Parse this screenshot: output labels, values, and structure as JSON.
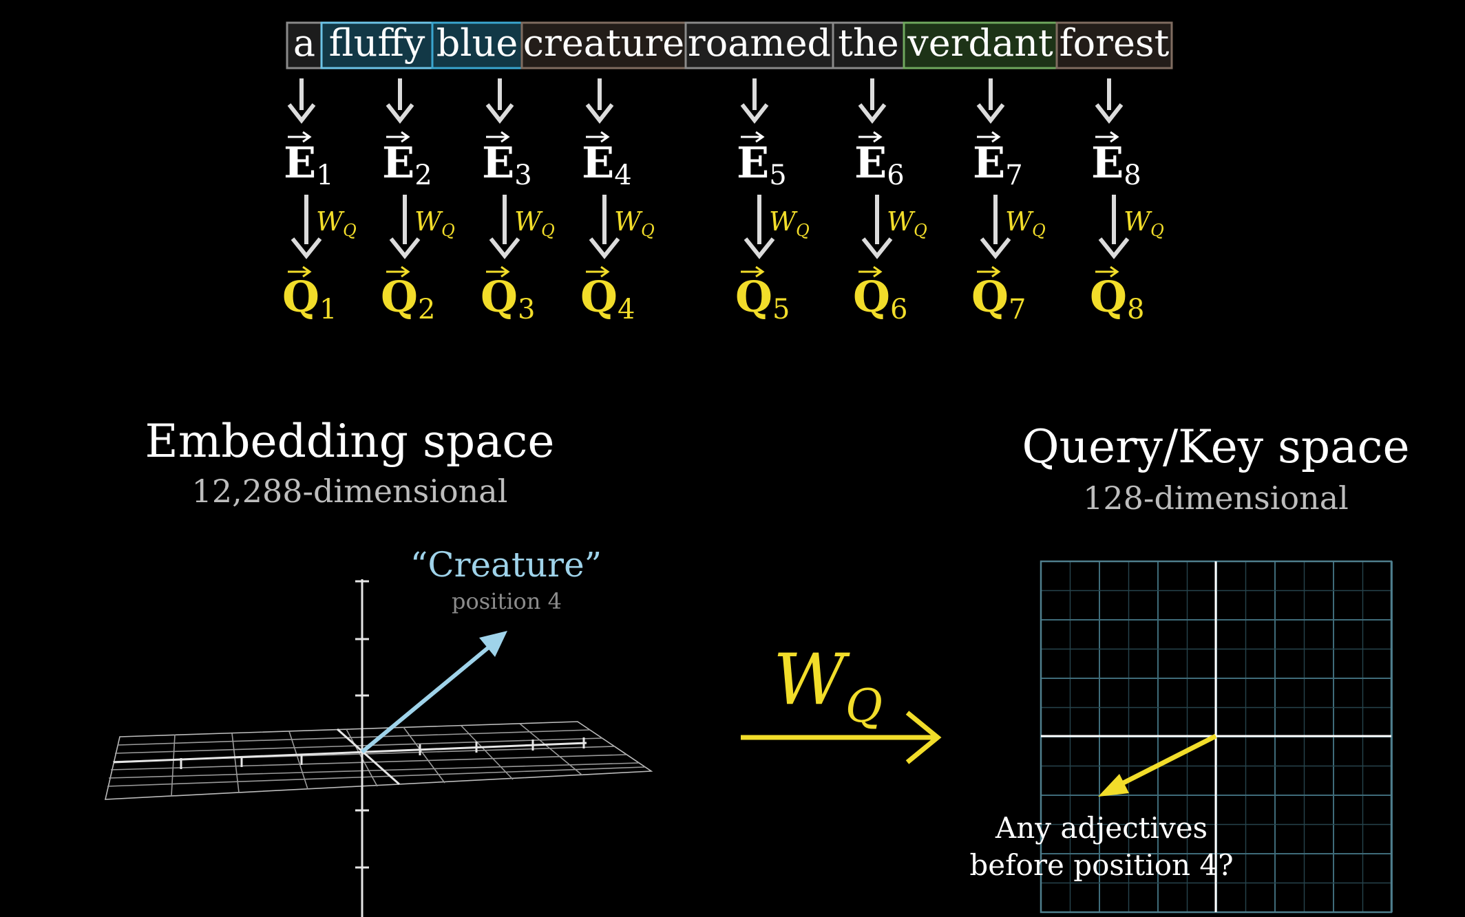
{
  "tokens": [
    {
      "text": "a",
      "fill": "#1c1c1c",
      "stroke": "#8a8a8a"
    },
    {
      "text": "fluffy",
      "fill": "#123846",
      "stroke": "#6cc3e6"
    },
    {
      "text": "blue",
      "fill": "#123846",
      "stroke": "#3aa6d0"
    },
    {
      "text": "creature",
      "fill": "#231d19",
      "stroke": "#7f6c60"
    },
    {
      "text": "roamed",
      "fill": "#1f1f1f",
      "stroke": "#8a8a8a"
    },
    {
      "text": "the",
      "fill": "#1c1c1c",
      "stroke": "#8a8a8a"
    },
    {
      "text": "verdant",
      "fill": "#1d3317",
      "stroke": "#6fa85e"
    },
    {
      "text": "forest",
      "fill": "#231d19",
      "stroke": "#7f6c60"
    }
  ],
  "embeddings": {
    "letter": "E",
    "subscripts": [
      "1",
      "2",
      "3",
      "4",
      "5",
      "6",
      "7",
      "8"
    ]
  },
  "queries": {
    "letter": "Q",
    "subscripts": [
      "1",
      "2",
      "3",
      "4",
      "5",
      "6",
      "7",
      "8"
    ]
  },
  "matrix_label": {
    "main": "W",
    "sub": "Q"
  },
  "embedding_space": {
    "title": "Embedding space",
    "subtitle": "12,288-dimensional"
  },
  "query_key_space": {
    "title": "Query/Key space",
    "subtitle": "128-dimensional"
  },
  "creature_label": {
    "name": "“Creature”",
    "position": "position 4"
  },
  "question": {
    "line1": "Any adjectives",
    "line2": "before position 4?"
  },
  "colors": {
    "yellow": "#f2dd2a",
    "light_blue": "#9fd3ea",
    "grid_teal": "#3f6c7a",
    "white": "#ffffff",
    "gray_text": "#bdbdbd",
    "arrow_gray": "#dcdcdc"
  }
}
